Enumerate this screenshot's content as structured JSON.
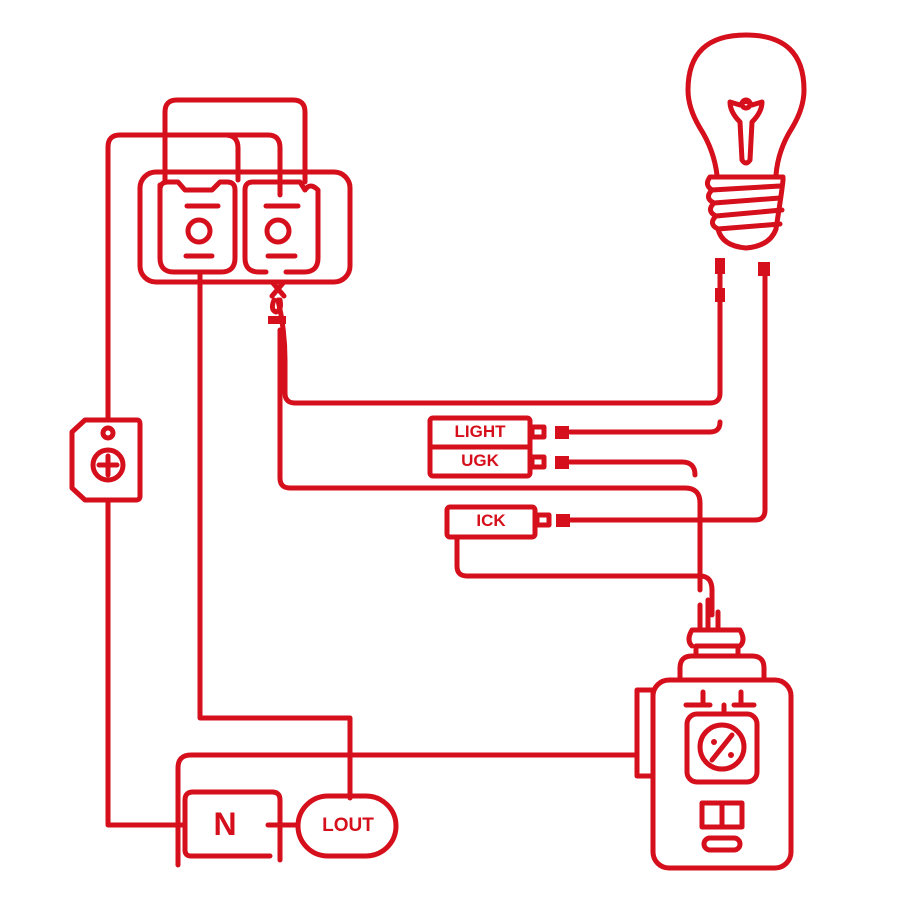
{
  "diagram": {
    "color": "#d50f1b",
    "labels": {
      "light": "LIGHT",
      "ugk": "UGK",
      "ick": "ICK",
      "neutral": "N",
      "lout": "LOUT"
    },
    "icons": [
      "light-bulb-icon",
      "double-switch-icon",
      "fuse-plus-icon",
      "power-device-icon"
    ]
  }
}
